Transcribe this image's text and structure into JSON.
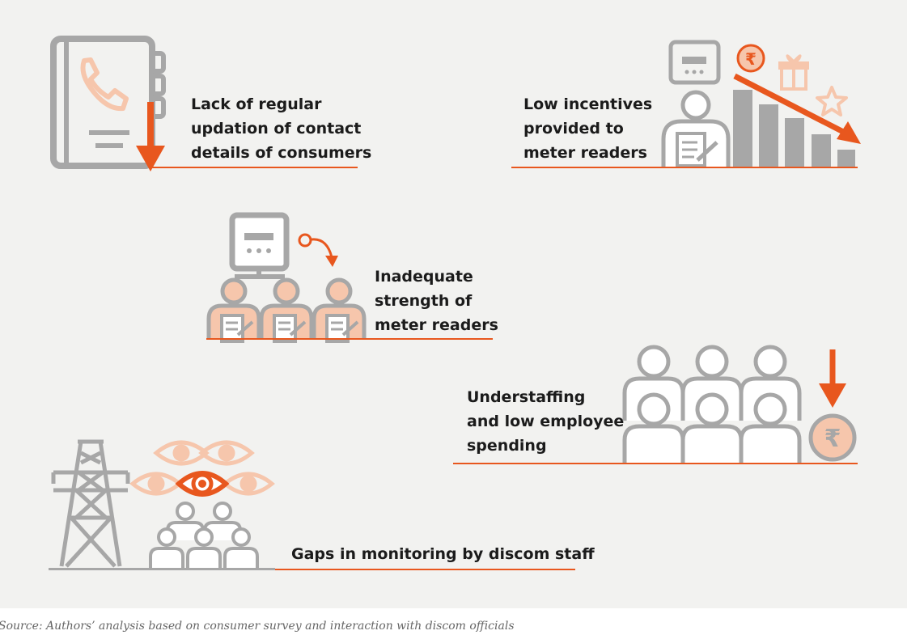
{
  "items": [
    {
      "id": "contact-details",
      "lines": [
        "Lack of regular",
        "updation of contact",
        "details of consumers"
      ]
    },
    {
      "id": "incentives",
      "lines": [
        "Low incentives",
        "provided to",
        "meter readers"
      ]
    },
    {
      "id": "strength",
      "lines": [
        "Inadequate",
        "strength of",
        "meter readers"
      ]
    },
    {
      "id": "understaffing",
      "lines": [
        "Understaffing",
        "and low employee",
        "spending"
      ]
    },
    {
      "id": "monitoring",
      "lines": [
        "Gaps in monitoring by discom staff"
      ]
    }
  ],
  "currency_symbol": "₹",
  "source": "Source: Authors’ analysis based on consumer survey and interaction with discom officials",
  "colors": {
    "accent": "#e8571e",
    "icon_grey": "#a7a7a7",
    "peach": "#f6c6ac",
    "background": "#f2f2f0"
  }
}
